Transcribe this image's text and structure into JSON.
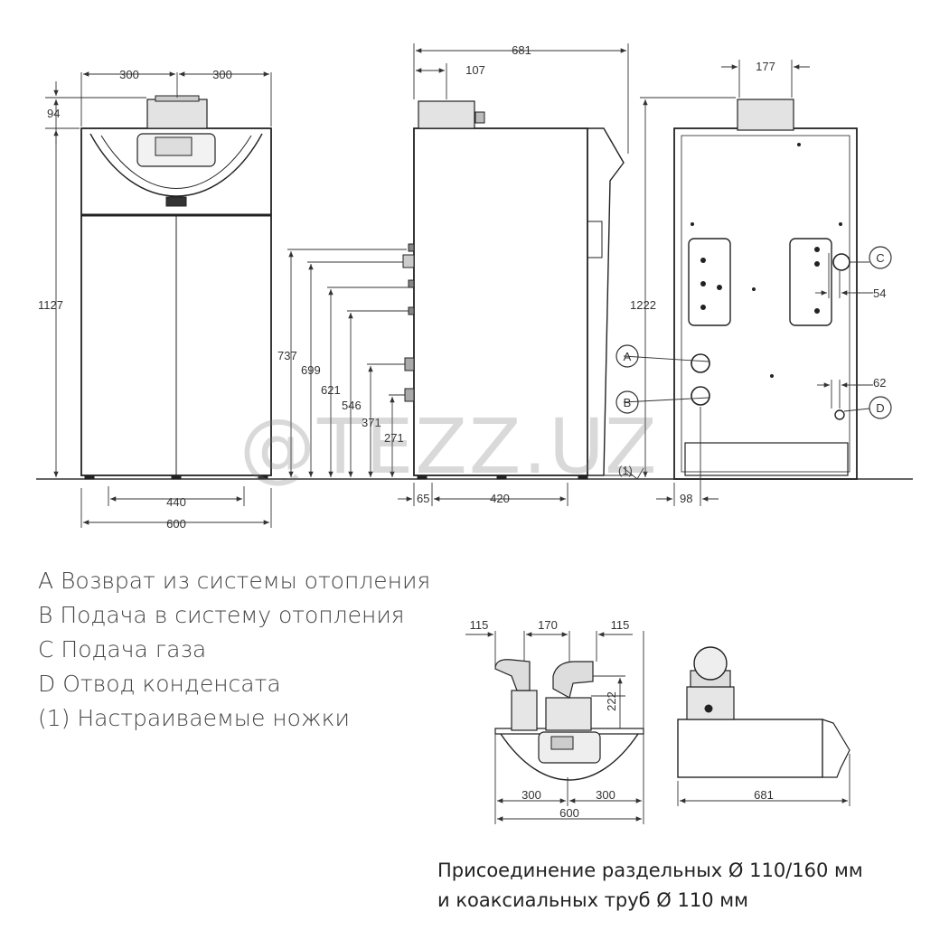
{
  "watermark": "@TEZZ.UZ",
  "front_view": {
    "w300a": "300",
    "w300b": "300",
    "h94": "94",
    "h1127": "1127",
    "w440": "440",
    "w600": "600"
  },
  "side_view": {
    "d681": "681",
    "d107": "107",
    "h737": "737",
    "h699": "699",
    "h621": "621",
    "h546": "546",
    "h371": "371",
    "h271": "271",
    "d65": "65",
    "d420": "420",
    "note_1": "(1)"
  },
  "back_view": {
    "d177": "177",
    "h1222": "1222",
    "d54": "54",
    "d62": "62",
    "d98": "98",
    "label_a": "A",
    "label_b": "B",
    "label_c": "C",
    "label_d": "D"
  },
  "legend": [
    "A Возврат из системы отопления",
    "B Подача в систему отопления",
    "C Подача газа",
    "D Отвод конденсата",
    "(1) Настраиваемые ножки"
  ],
  "flue_front": {
    "d115a": "115",
    "d170": "170",
    "d115b": "115",
    "h222": "222",
    "w300a": "300",
    "w300b": "300",
    "w600": "600"
  },
  "flue_side": {
    "d681": "681"
  },
  "caption": [
    "Присоединение раздельных Ø 110/160 мм",
    "и коаксиальных труб Ø 110 мм"
  ]
}
